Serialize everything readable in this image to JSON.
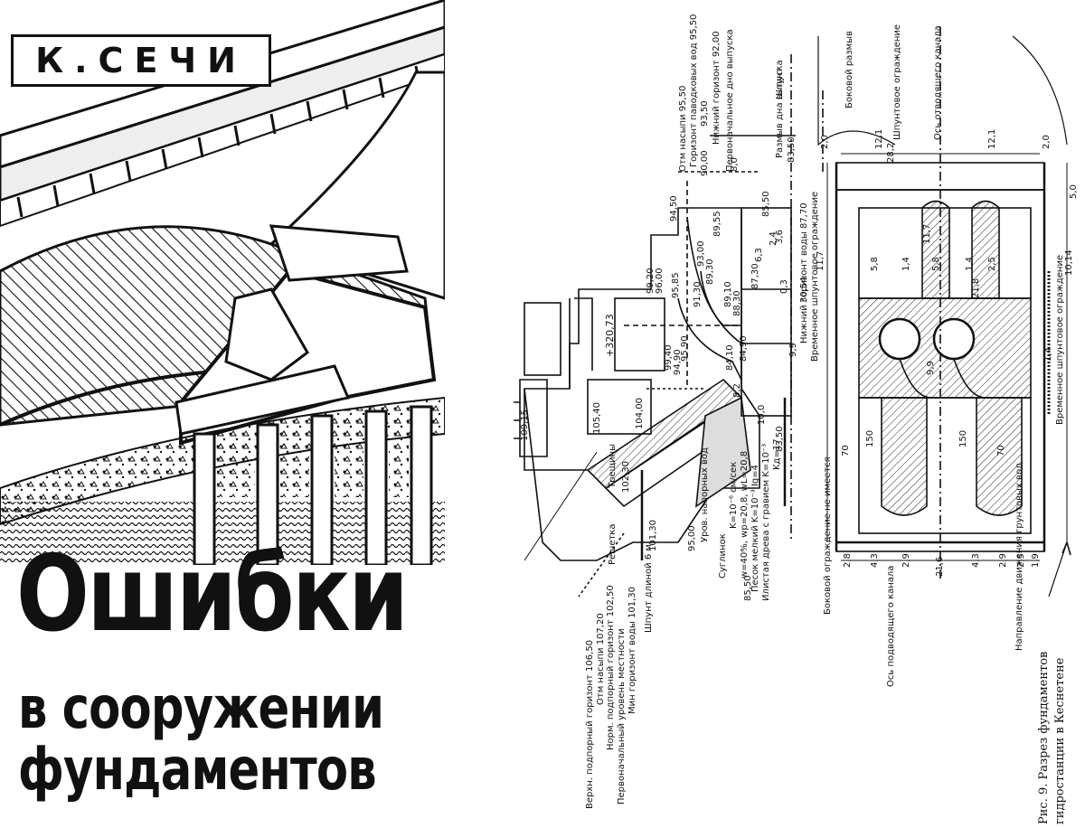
{
  "cover": {
    "author": "К.СЕЧИ",
    "title_line1": "Ошибки",
    "title_line2": "в сооружении",
    "title_line3": "фундаментов"
  },
  "figure": {
    "caption_line1": "Рис. 9. Разрез фундаментов",
    "caption_line2": "гидростанции в Кеснетене",
    "labels": {
      "upper_head": "Верхн. подпорный горизонт 106,50",
      "fill_mark_left": "Отм насыпи 107,20",
      "normal_head": "Норм. подпорный горизонт 102,50",
      "initial_level": "Первоначальный уровень местности",
      "min_water": "Мин горизонт воды 101,30",
      "sheet_pile_6m": "Шпунт длиной 6 м",
      "grid": "Решетка",
      "cracks": "Трещины",
      "pressure_level": "Уров. напорных вод",
      "mark_10230": "102,30",
      "mark_10130": "101,30",
      "mark_9500": "95,00",
      "loam": "Суглинок",
      "loam_params": "K=10⁻⁶ см/сек",
      "loam_params2": "w=40%, wp=20,8, wL=20,8",
      "sand": "Песок мелкий K=10⁻³ Ig=4",
      "silt": "Илистая древа с гравием K=10⁻³",
      "kd": "Kд=17",
      "mark_8550": "85,50",
      "mark_8350": "83,50",
      "mark_10915": "109,15",
      "mark_10540": "105,40",
      "mark_10400": "104,00",
      "mark_9940": "99,40",
      "mark_9490": "94,90",
      "mark_9600": "96,00",
      "mark_9585": "95,85",
      "mark_9920": "99,20",
      "mark_9450": "94,50",
      "mark_9590": "95,90",
      "mark_9000": "90,00",
      "mark_8410": "84,10",
      "mark_8490": "84,90",
      "mark_8730": "87,30",
      "mark_8830": "88,30",
      "mark_8910": "89,10",
      "mark_8930": "89,30",
      "mark_8955": "89,55",
      "mark_9130": "91,30",
      "mark_9300": "93,00",
      "mark_9350": "93,50",
      "mark_8550b": "85,50",
      "mark_8350b": "83,50",
      "mark_32073": "+320,73",
      "fill_mark_right": "Отм насыпи 95,50",
      "tail_water": "Горизонт паводковых вод 95,50",
      "low_tail": "Нижний горизонт 92,00",
      "outlet_bottom": "Первоначальное дно выпуска",
      "washed_bottom": "Размыв дна выпуска",
      "sheet_pile": "Шпунт",
      "low_horizon_2": "Нижний горизонт воды 87,70",
      "temp_sheet": "Временное шпунтовое ограждение",
      "side_wash": "Боковой размыв",
      "sheet_fence": "Шпунтовое ограждение",
      "axis_out": "Ось отводящего канала",
      "side_fence_none": "Боковой ограждение не имеется",
      "axis_in": "Ось подводящего канала",
      "flow_dir": "Направление движения грунтовых вод",
      "temp_sheet2": "Временное шпунтовое ограждение",
      "dim_282": "28,2",
      "dim_121a": "12,1",
      "dim_121b": "12,1",
      "dim_20a": "2,0",
      "dim_20b": "2,0",
      "dim_50": "5,0",
      "dim_117a": "11,7",
      "dim_117b": "11,7",
      "dim_58a": "5,8",
      "dim_58b": "5,8",
      "dim_14a": "1,4",
      "dim_14b": "1,4",
      "dim_25": "2,5",
      "dim_218": "21,8",
      "dim_99a": "9,9",
      "dim_99b": "9,9",
      "dim_3054": "30,54",
      "dim_1014": "10,14",
      "dim_150a": "150",
      "dim_150b": "150",
      "dim_70a": "70",
      "dim_70b": "70",
      "dim_216": "21,6",
      "dim_28": "2,8",
      "dim_43a": "4,3",
      "dim_29a": "2,9",
      "dim_43b": "4,3",
      "dim_29b": "2,9",
      "dim_25b": "2,5",
      "dim_19": "1,9",
      "dim_63": "6,3",
      "dim_80": "8,0",
      "dim_100": "10,0",
      "dim_03": "0,3",
      "dim_36": "3,6",
      "dim_24": "2,4",
      "dim_82": "8,2",
      "dim_14c": "1,4"
    }
  }
}
